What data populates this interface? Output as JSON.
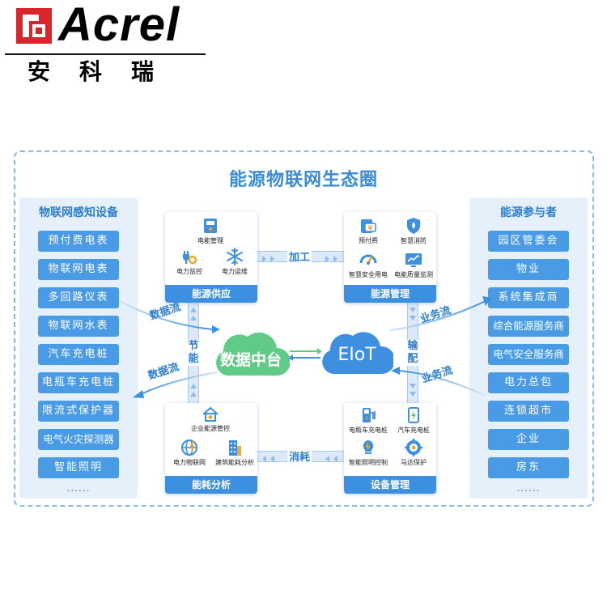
{
  "header": {
    "brand": "Acrel",
    "brand_cn": "安科瑞"
  },
  "title": "能源物联网生态圈",
  "left_panel": {
    "title": "物联网感知设备",
    "items": [
      "预付费电表",
      "物联网电表",
      "多回路仪表",
      "物联网水表",
      "汽车充电桩",
      "电瓶车充电桩",
      "限流式保护器",
      "电气火灾探测器",
      "智能照明"
    ],
    "more": "......"
  },
  "right_panel": {
    "title": "能源参与者",
    "items": [
      "园区管委会",
      "物业",
      "系统集成商",
      "综合能源服务商",
      "电气安全服务商",
      "电力总包",
      "连锁超市",
      "企业",
      "房东"
    ],
    "more": "......"
  },
  "modules": {
    "supply": {
      "title": "能源供应",
      "items": [
        {
          "label": "电能管理",
          "icon": "meter-icon"
        },
        {
          "label": "电力监控",
          "icon": "plug-gear-icon"
        },
        {
          "label": "电力运维",
          "icon": "snowflake-icon"
        }
      ]
    },
    "manage": {
      "title": "能源管理",
      "items": [
        {
          "label": "预付费",
          "icon": "prepaid-card-icon"
        },
        {
          "label": "智慧消防",
          "icon": "shield-icon"
        },
        {
          "label": "智慧安全用电",
          "icon": "gauge-icon"
        },
        {
          "label": "电能质量监测",
          "icon": "monitor-chart-icon"
        }
      ]
    },
    "analysis": {
      "title": "能耗分析",
      "items": [
        {
          "label": "企业能源管控",
          "icon": "house-icon"
        },
        {
          "label": "电力物联网",
          "icon": "globe-icon"
        },
        {
          "label": "建筑能耗分析",
          "icon": "building-icon"
        }
      ]
    },
    "devices": {
      "title": "设备管理",
      "items": [
        {
          "label": "电瓶车充电桩",
          "icon": "ev-charger-icon"
        },
        {
          "label": "汽车充电桩",
          "icon": "car-charger-icon"
        },
        {
          "label": "智能照明控制",
          "icon": "bulb-icon"
        },
        {
          "label": "马达保护",
          "icon": "motor-gear-icon"
        }
      ]
    }
  },
  "connectors": {
    "top": "加工",
    "bottom": "消耗",
    "left": [
      "节",
      "能"
    ],
    "right": [
      "输",
      "配"
    ]
  },
  "clouds": {
    "data_platform": "数据中台",
    "eiot": "EIoT"
  },
  "flows": {
    "data_in": "数据流",
    "data_out": "数据流",
    "business_out": "业务流",
    "business_in": "业务流"
  },
  "colors": {
    "accent": "#3d8fe0",
    "pill": "#4a9be6",
    "panel_bg": "#e6f0fb",
    "cloud_green": "#5fcb86",
    "cloud_blue": "#3f8fe0",
    "logo_red": "#d8262c"
  }
}
